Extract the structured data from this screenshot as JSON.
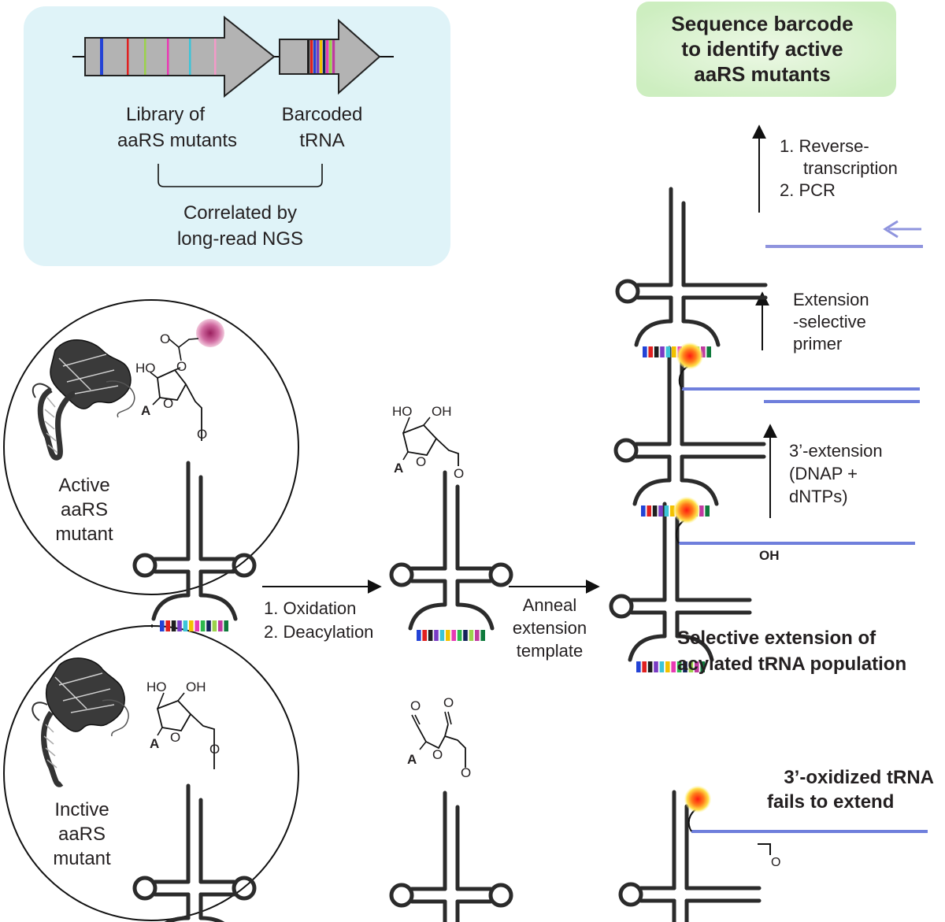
{
  "library_panel": {
    "library_label": [
      "Library of",
      "aaRS mutants"
    ],
    "barcoded_label": [
      "Barcoded",
      "tRNA"
    ],
    "correlated_label": [
      "Correlated by",
      "long-read NGS"
    ]
  },
  "result_panel": {
    "title": [
      "Sequence barcode",
      "to identify active",
      "aaRS mutants"
    ]
  },
  "steps": {
    "rt_pcr": [
      "1. Reverse-",
      "transcription",
      "2. PCR"
    ],
    "primer": [
      "Extension",
      "-selective",
      "primer"
    ],
    "extension": [
      "3’-extension",
      "(DNAP +",
      "dNTPs)"
    ],
    "oxidation": [
      "1. Oxidation",
      "2. Deacylation"
    ],
    "anneal": [
      "Anneal",
      "extension",
      "template"
    ]
  },
  "cells": {
    "active": [
      "Active",
      "aaRS",
      "mutant"
    ],
    "inactive": [
      "Inctive",
      "aaRS",
      "mutant"
    ]
  },
  "chem": {
    "ho": "HO",
    "oh": "OH",
    "o": "O",
    "a": "A",
    "ohend": "OH"
  },
  "outcomes": {
    "selective": [
      "Selective extension of",
      "acylated tRNA population"
    ],
    "oxidized": [
      "3’-oxidized tRNA",
      "fails to extend"
    ]
  },
  "colors": {
    "panel_blue": "#dff3f8",
    "panel_green": "#dff2d8",
    "template_blue": "#6f7fdc",
    "primer_blue": "#8f94de",
    "gene_gray": "#b3b3b3",
    "dye_core": "#ff2a1a",
    "dye_halo": "#ffe14a",
    "amino_acid": "#b0306e"
  },
  "barcode_colors": [
    "#2343d6",
    "#e02020",
    "#1f1f1f",
    "#7a3cc4",
    "#3cc4d8",
    "#f2c100",
    "#e83ab4",
    "#2db84c",
    "#14245a",
    "#9bd24b",
    "#c03aa0",
    "#0f7a3c"
  ]
}
